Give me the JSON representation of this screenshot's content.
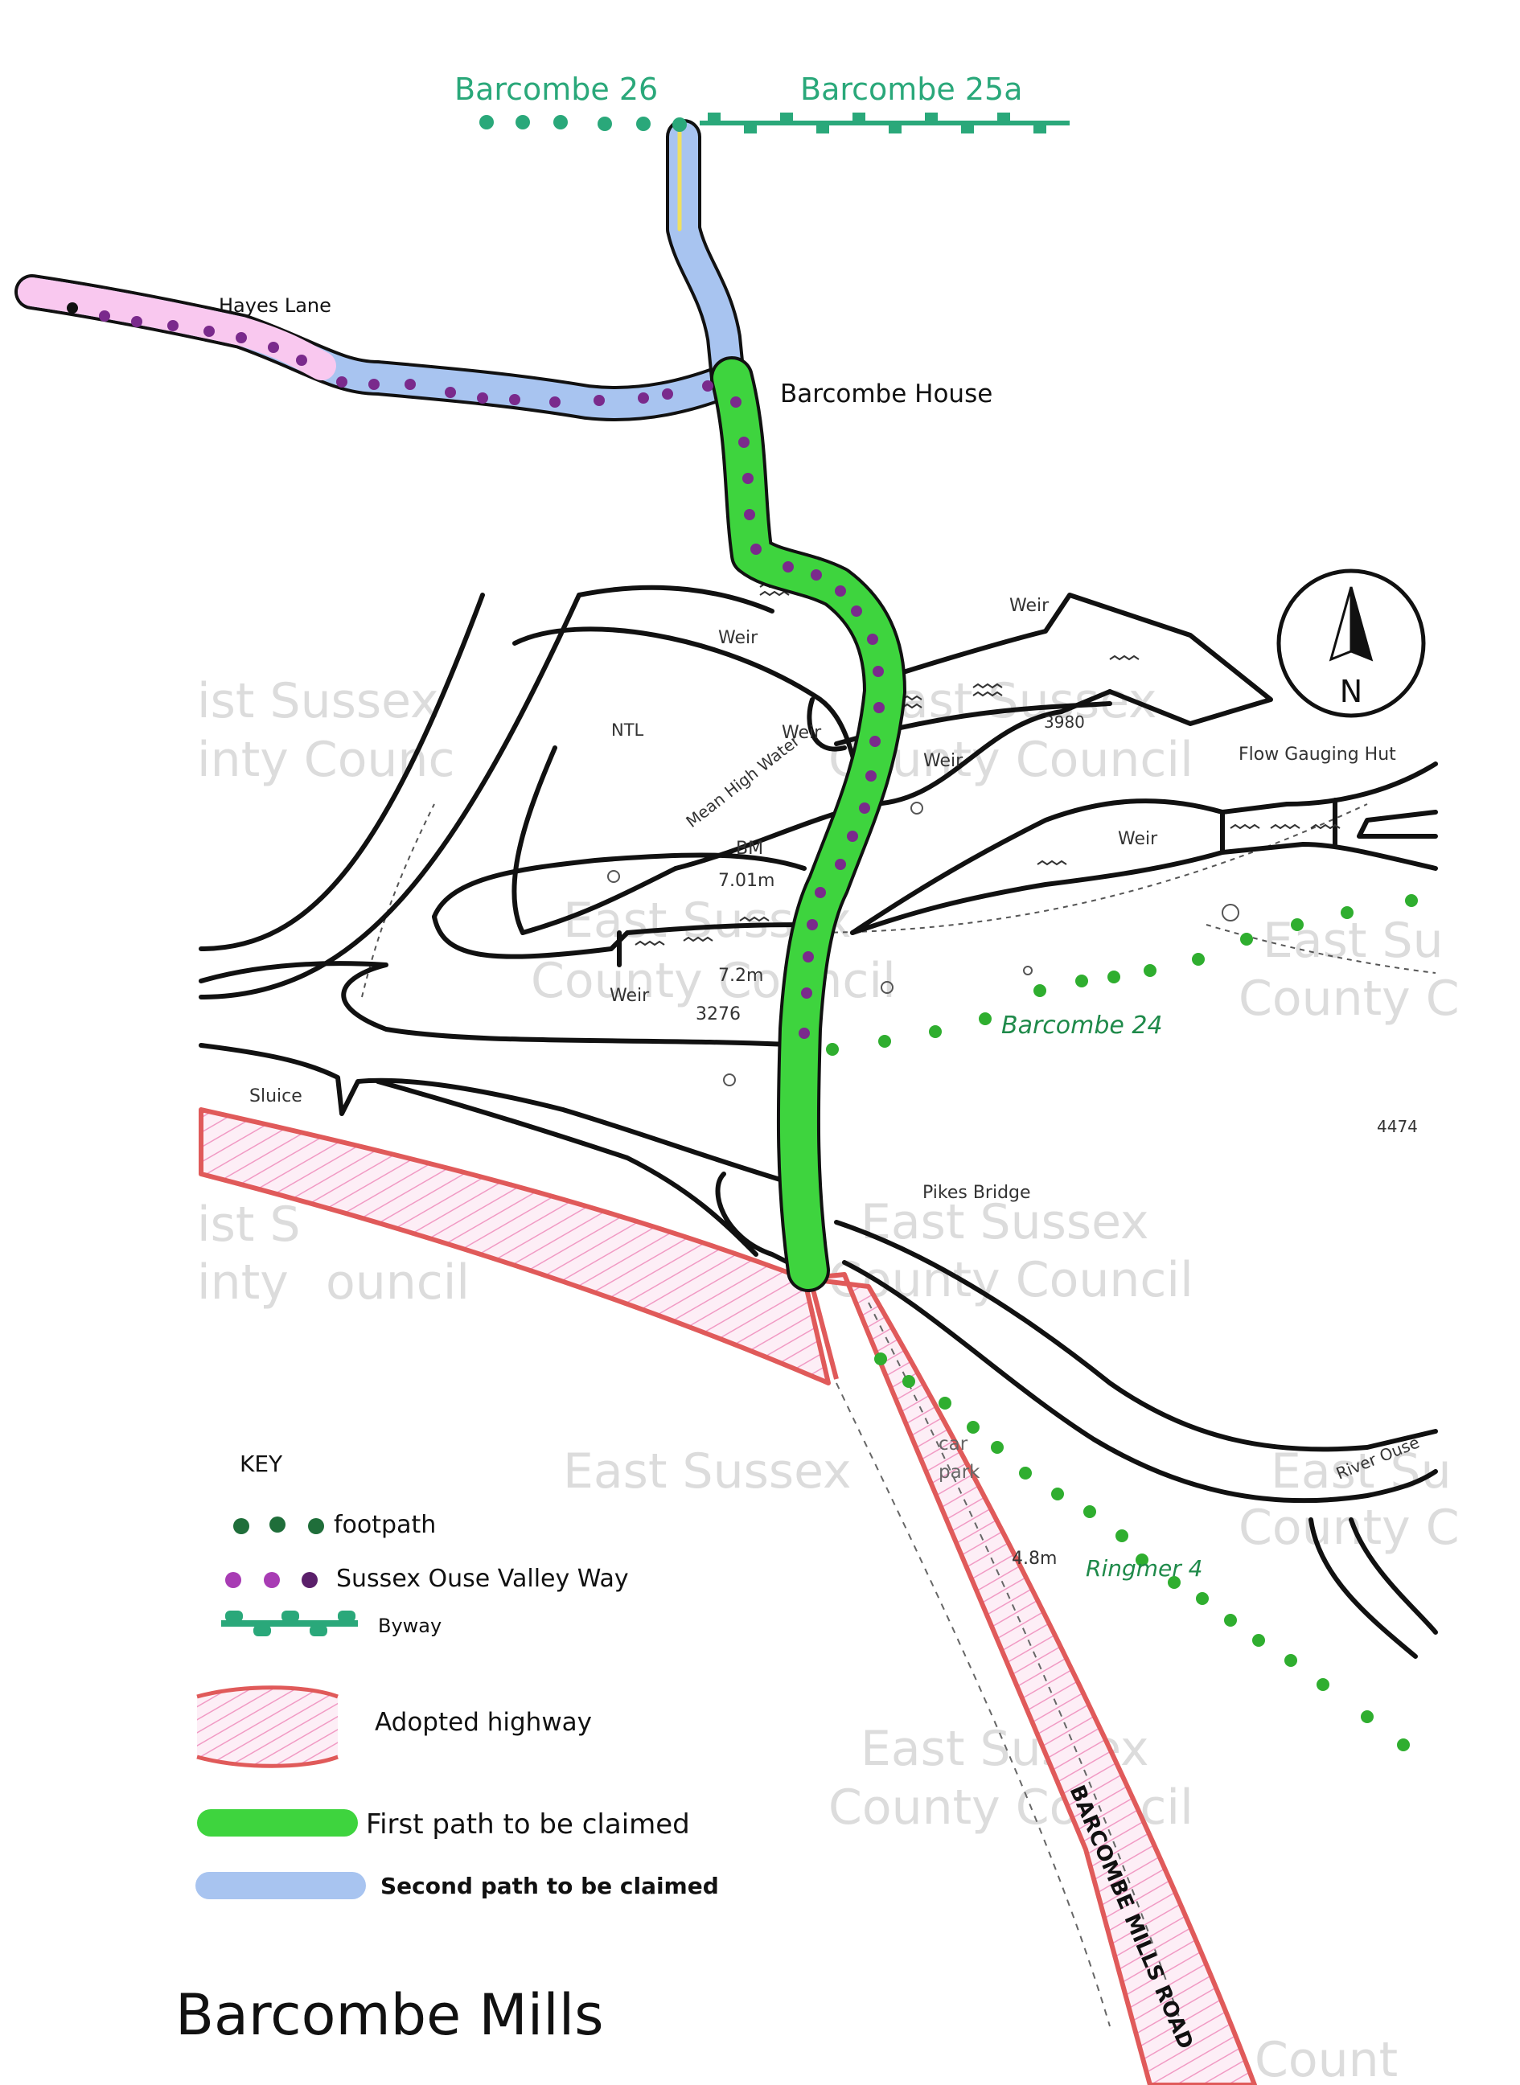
{
  "map": {
    "title": "Barcombe Mills",
    "labels": {
      "barcombe26": "Barcombe 26",
      "barcombe25a": "Barcombe 25a",
      "hayes_lane": "Hayes Lane",
      "barcombe_house": "Barcombe House",
      "weir": "Weir",
      "ntl": "NTL",
      "mean_high_water": "Mean High Water",
      "n3980": "3980",
      "flow_gauging_hut": "Flow Gauging Hut",
      "bm": "BM",
      "bm_height": "7.01m",
      "height_72": "7.2m",
      "n3276": "3276",
      "barcombe24": "Barcombe 24",
      "sluice": "Sluice",
      "n4474": "4474",
      "pikes_bridge": "Pikes Bridge",
      "car": "car",
      "park": "park",
      "river_ouse": "River Ouse",
      "height_48": "4.8m",
      "ringmer4": "Ringmer 4",
      "barcombe_mills_road": "BARCOMBE MILLS ROAD",
      "north": "N"
    },
    "watermarks": [
      "East Sussex",
      "County Council"
    ],
    "watermark_fragments": [
      "ist Sussex",
      "inty Counc",
      "ist S",
      "inty",
      "ouncil",
      "East Su",
      "County C",
      "Count"
    ]
  },
  "key": {
    "heading": "KEY",
    "items": [
      {
        "label": "footpath",
        "color": "#1f6e3a"
      },
      {
        "label": "Sussex Ouse Valley Way",
        "color": "#7a2a8c"
      },
      {
        "label": "Byway",
        "color": "#2aa87a"
      },
      {
        "label": "Adopted highway",
        "color": "#e05a5a"
      },
      {
        "label": "First path to be claimed",
        "color": "#3ed43e"
      },
      {
        "label": "Second path to be claimed",
        "color": "#a8c4f0"
      }
    ]
  },
  "colors": {
    "footpath_dots": "#2fae2f",
    "ouse_valley_way": "#7a2a8c",
    "byway": "#2aa87a",
    "highway_outline": "#e05a5a",
    "first_path": "#3ed43e",
    "second_path": "#a8c4f0"
  }
}
